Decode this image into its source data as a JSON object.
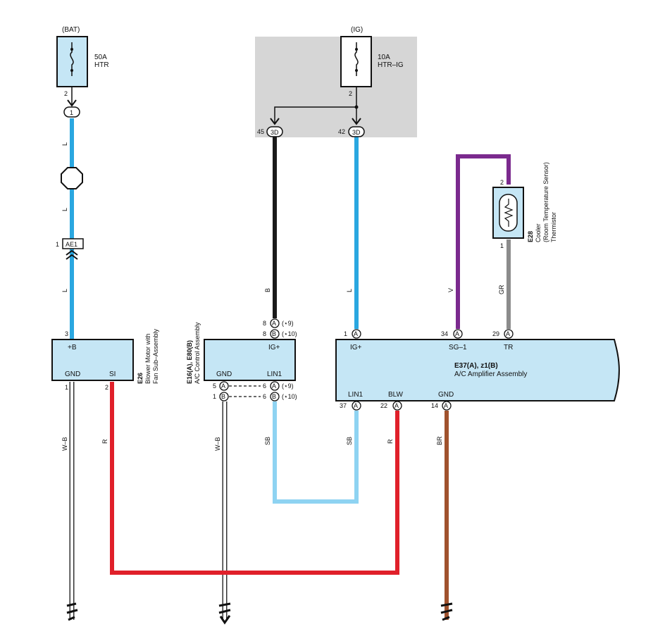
{
  "colors": {
    "blue_L": "#2aa7e0",
    "black_B": "#1a1a1a",
    "violet_V": "#7b2a8e",
    "gray_GR": "#8c8c8c",
    "white_WB": "#ffffff",
    "red_R": "#e0202a",
    "skyblue_SB": "#8ed3f2",
    "brown_BR": "#a0522d",
    "component_fill": "#c5e6f5",
    "ig_shade": "#d6d6d6"
  },
  "fuse_bat": {
    "source": "(BAT)",
    "rating": "50A",
    "name": "HTR",
    "pin": "2"
  },
  "fuse_ig": {
    "source": "(IG)",
    "rating": "10A",
    "name": "HTR–IG",
    "pin": "2"
  },
  "connector_1": {
    "label": "1"
  },
  "junction_3d_left": {
    "pin": "45",
    "label": "3D"
  },
  "junction_3d_right": {
    "pin": "42",
    "label": "3D"
  },
  "ae1": {
    "pin": "1",
    "label": "AE1"
  },
  "wire_labels": {
    "L1": "L",
    "L2": "L",
    "L3": "L",
    "L_ig": "L",
    "B": "B",
    "V": "V",
    "GR": "GR",
    "WB1": "W–B",
    "R1": "R",
    "WB2": "W–B",
    "SB1": "SB",
    "SB2": "SB",
    "R2": "R",
    "BR": "BR"
  },
  "blower": {
    "pin_top": "3",
    "terminal_top": "+B",
    "terminal_gnd": "GND",
    "terminal_si": "SI",
    "pin_gnd": "1",
    "pin_si": "2",
    "code": "E26",
    "name_line1": "Blower Motor with",
    "name_line2": "Fan Sub–Assembly"
  },
  "control": {
    "pin_top_a": "8",
    "conn_top_a": "A",
    "note_top_a": "(⋆9)",
    "pin_top_b": "8",
    "conn_top_b": "B",
    "note_top_b": "(⋆10)",
    "terminal_ig": "IG+",
    "terminal_gnd": "GND",
    "terminal_lin": "LIN1",
    "pin_bot_a_left": "5",
    "conn_bot_a_left": "A",
    "pin_bot_b_left": "1",
    "conn_bot_b_left": "B",
    "pin_bot_a_right": "6",
    "conn_bot_a_right": "A",
    "note_bot_a": "(⋆9)",
    "pin_bot_b_right": "6",
    "conn_bot_b_right": "B",
    "note_bot_b": "(⋆10)",
    "code": "E16(A), E80(B)",
    "name": "A/C Control Assembly"
  },
  "amplifier": {
    "pin_ig": "1",
    "conn_ig": "A",
    "terminal_ig": "IG+",
    "pin_sg": "34",
    "conn_sg": "A",
    "terminal_sg": "SG–1",
    "pin_tr": "29",
    "conn_tr": "A",
    "terminal_tr": "TR",
    "code": "E37(A), z1(B)",
    "name": "A/C Amplifier Assembly",
    "terminal_lin": "LIN1",
    "terminal_blw": "BLW",
    "terminal_gnd": "GND",
    "pin_lin": "37",
    "conn_lin": "A",
    "pin_blw": "22",
    "conn_blw": "A",
    "pin_gnd": "14",
    "conn_gnd": "A"
  },
  "thermistor": {
    "pin_top": "2",
    "pin_bottom": "1",
    "code": "E28",
    "name_line1": "Cooler",
    "name_line2": "(Room Temperature Sensor)",
    "name_line3": "Thermistor"
  }
}
